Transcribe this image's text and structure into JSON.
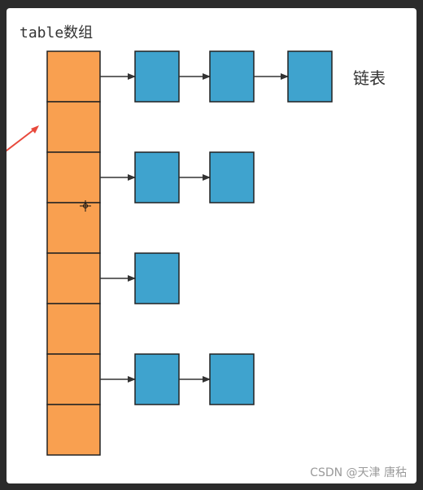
{
  "title": "table数组",
  "list_label": "链表",
  "watermark": "CSDN @天津 唐秙",
  "colors": {
    "table_cell": "#F9A050",
    "node": "#3FA3CE",
    "stroke": "#222222",
    "arrow": "#333333",
    "pointer": "#E8493C",
    "background": "#FFFFFF",
    "frame": "#2B2B2B"
  },
  "table": {
    "cell_count": 8,
    "chains": [
      {
        "index": 0,
        "length": 3
      },
      {
        "index": 2,
        "length": 2
      },
      {
        "index": 4,
        "length": 1
      },
      {
        "index": 6,
        "length": 2
      }
    ]
  }
}
